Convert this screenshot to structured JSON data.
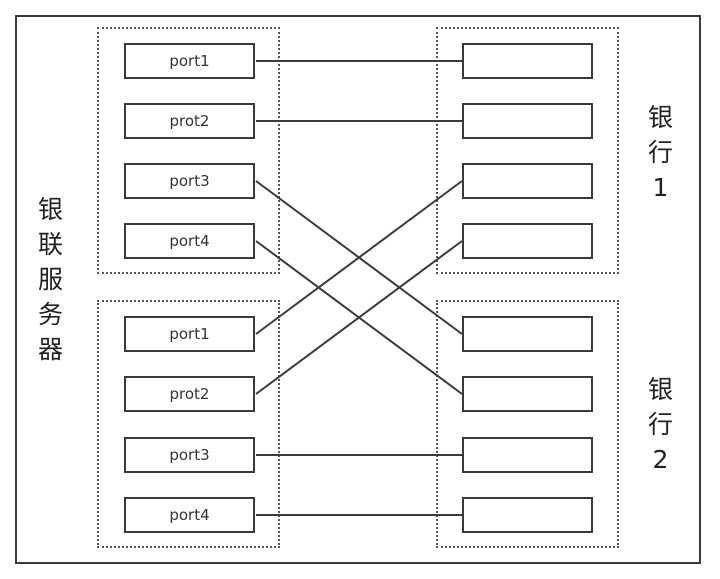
{
  "left_group_label": [
    "银",
    "联",
    "服",
    "务",
    "器"
  ],
  "bank1_label": [
    "银",
    "行",
    "1"
  ],
  "bank2_label": [
    "银",
    "行",
    "2"
  ],
  "server_ports": {
    "top": [
      "port1",
      "prot2",
      "port3",
      "port4"
    ],
    "bottom": [
      "port1",
      "prot2",
      "port3",
      "port4"
    ]
  },
  "connections": [
    {
      "from": "server-top-1",
      "to": "bank-1"
    },
    {
      "from": "server-top-2",
      "to": "bank-2"
    },
    {
      "from": "server-top-3",
      "to": "bank-5"
    },
    {
      "from": "server-top-4",
      "to": "bank-6"
    },
    {
      "from": "server-bottom-1",
      "to": "bank-3"
    },
    {
      "from": "server-bottom-2",
      "to": "bank-4"
    },
    {
      "from": "server-bottom-3",
      "to": "bank-7"
    },
    {
      "from": "server-bottom-4",
      "to": "bank-8"
    }
  ],
  "colors": {
    "line": "#3a3a3a",
    "border": "#3a3a3a",
    "dotted": "#555555"
  }
}
